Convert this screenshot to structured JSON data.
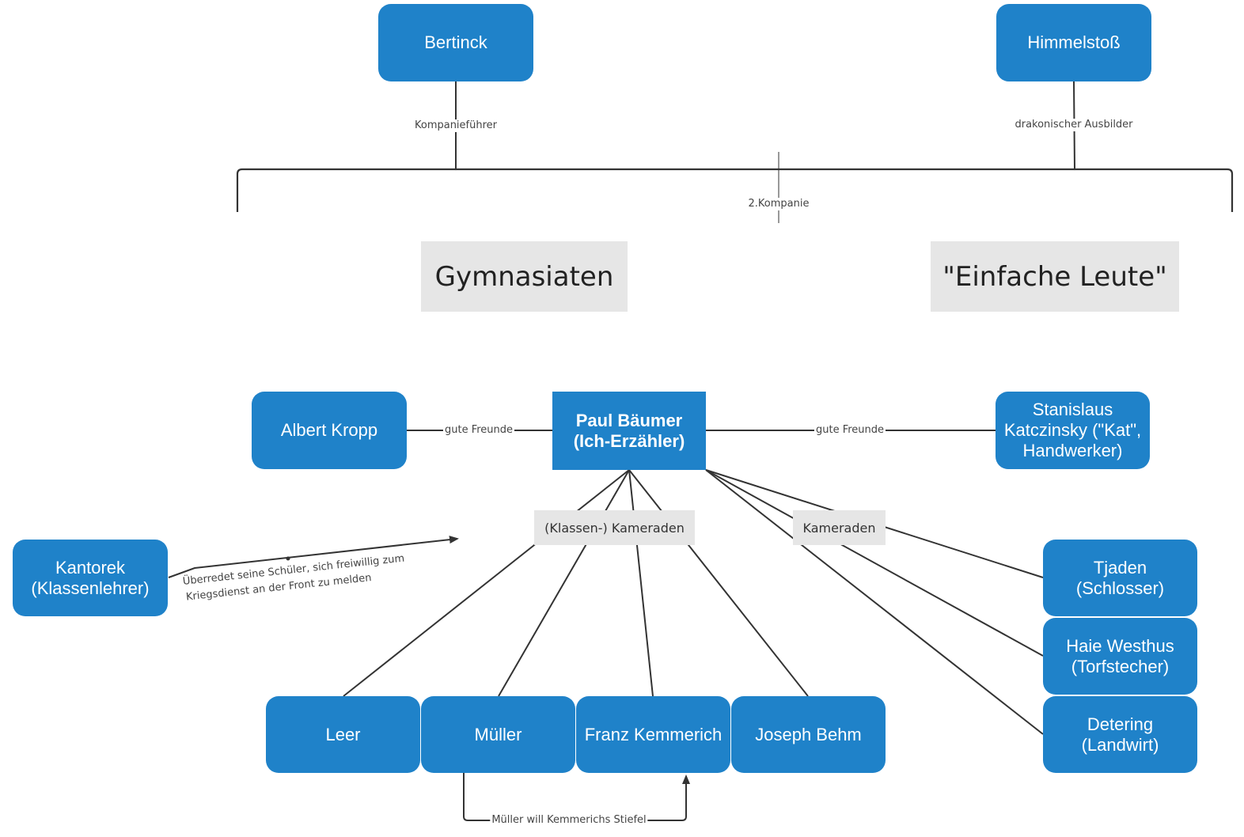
{
  "diagram": {
    "colors": {
      "node": "#1f82c9",
      "group": "#e6e6e6",
      "line": "#333333"
    },
    "top": {
      "bertinck": "Bertinck",
      "himmelstoss": "Himmelstoß",
      "bertinck_role": "Kompanieführer",
      "himmelstoss_role": "drakonischer Ausbilder",
      "company": "2.Kompanie"
    },
    "groups": {
      "gymnasiasten": "Gymnasiaten",
      "einfache_leute": "\"Einfache Leute\""
    },
    "center": {
      "paul_line1": "Paul Bäumer",
      "paul_line2": "(Ich-Erzähler)"
    },
    "friends": {
      "kropp": "Albert Kropp",
      "kat_line1": "Stanislaus",
      "kat_line2": "Katczinsky (\"Kat\",",
      "kat_line3": "Handwerker)",
      "label_left": "gute Freunde",
      "label_right": "gute Freunde"
    },
    "teacher": {
      "line1": "Kantorek",
      "line2": "(Klassenlehrer)",
      "relation_line1": "Überredet seine Schüler, sich freiwillig zum",
      "relation_line2": "Kriegsdienst an der Front zu melden"
    },
    "tags": {
      "klassen_kameraden": "(Klassen-) Kameraden",
      "kameraden": "Kameraden"
    },
    "classmates": [
      "Leer",
      "Müller",
      "Franz Kemmerich",
      "Joseph Behm"
    ],
    "comrades": [
      {
        "line1": "Tjaden",
        "line2": "(Schlosser)"
      },
      {
        "line1": "Haie Westhus",
        "line2": "(Torfstecher)"
      },
      {
        "line1": "Detering",
        "line2": "(Landwirt)"
      }
    ],
    "boots_relation": "Müller will Kemmerichs Stiefel"
  }
}
